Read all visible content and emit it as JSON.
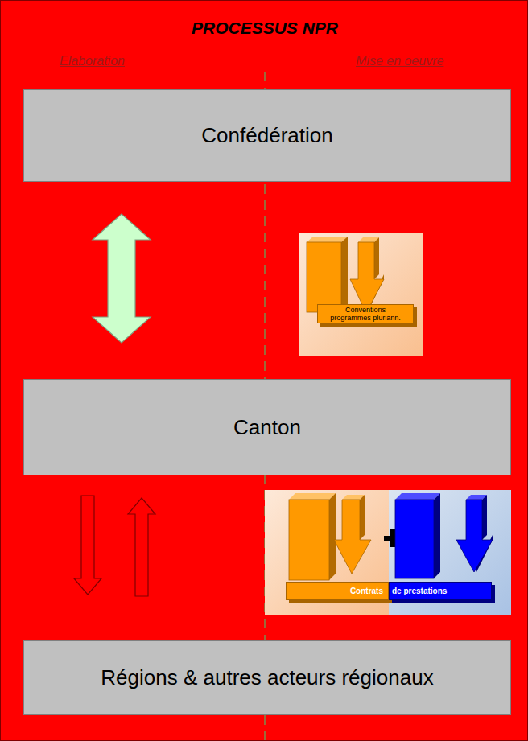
{
  "diagram": {
    "title": "PROCESSUS NPR",
    "nodes": [
      {
        "text": [
          "Confédération"
        ]
      },
      {
        "text": [
          "Conventions programmes pluriann."
        ]
      },
      {
        "text": [
          "Canton"
        ]
      },
      {
        "text": [
          "Contrats"
        ]
      },
      {
        "text": [
          "de prestations"
        ]
      },
      {
        "text": [
          "Régions & autres acteurs régionaux"
        ]
      }
    ],
    "edges": [
      {
        "from": 0,
        "to": 2,
        "arrow": "both"
      },
      {
        "from": 2,
        "to": 5,
        "arrow": "to"
      },
      {
        "from": 5,
        "to": 2,
        "arrow": "to"
      }
    ],
    "labels": [
      "Elaboration",
      "Mise en oeuvre"
    ]
  }
}
